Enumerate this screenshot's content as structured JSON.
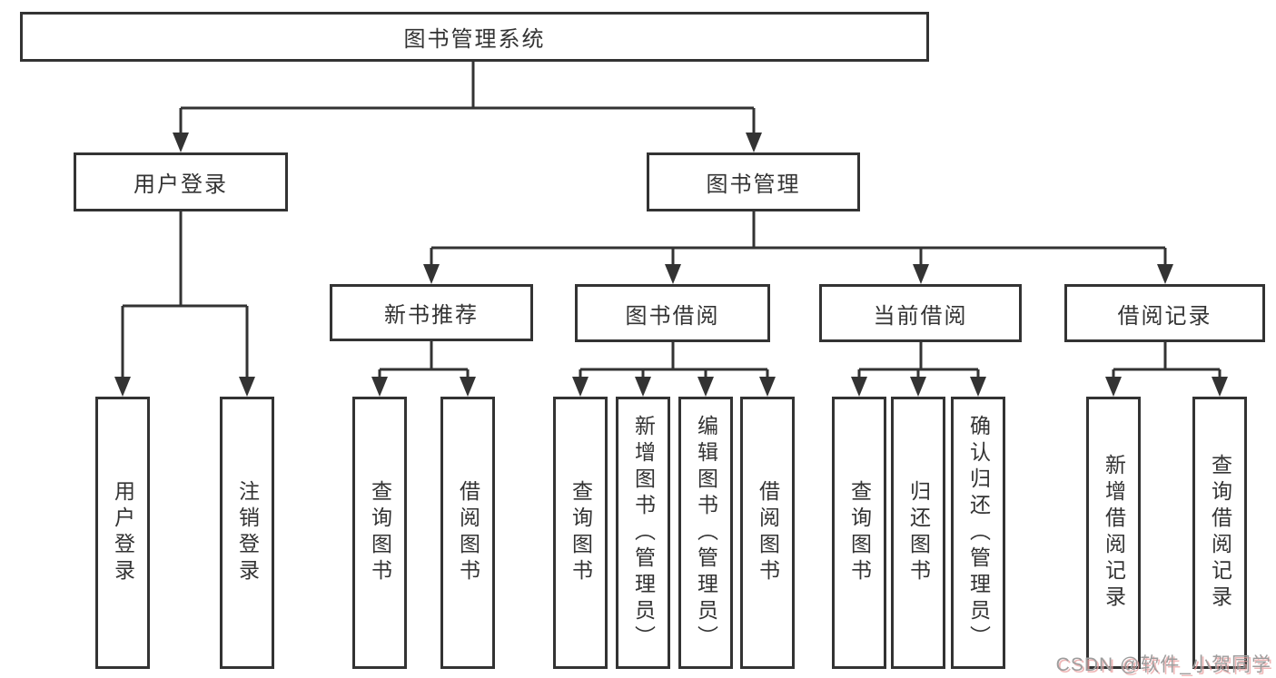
{
  "diagram": {
    "root": {
      "label": "图书管理系统"
    },
    "level2": {
      "user_login": {
        "label": "用户登录"
      },
      "book_management": {
        "label": "图书管理"
      }
    },
    "level3": {
      "new_book_recommend": {
        "label": "新书推荐"
      },
      "book_borrow": {
        "label": "图书借阅"
      },
      "current_borrow": {
        "label": "当前借阅"
      },
      "borrow_records": {
        "label": "借阅记录"
      }
    },
    "leaves": {
      "user_login": [
        "用户登录",
        "注销登录"
      ],
      "new_book_recommend": [
        "查询图书",
        "借阅图书"
      ],
      "book_borrow": [
        "查询图书",
        "新增图书（管理员）",
        "编辑图书（管理员）",
        "借阅图书"
      ],
      "current_borrow": [
        "查询图书",
        "归还图书",
        "确认归还（管理员）"
      ],
      "borrow_records": [
        "新增借阅记录",
        "查询借阅记录"
      ]
    }
  },
  "watermark": {
    "text": "CSDN @软件_小贺同学"
  },
  "colors": {
    "line": "#333333",
    "box_border": "#333333",
    "text": "#333333",
    "background": "#ffffff",
    "watermark_text": "#9d9d9d",
    "watermark_shadow": "#e9a0a0"
  }
}
